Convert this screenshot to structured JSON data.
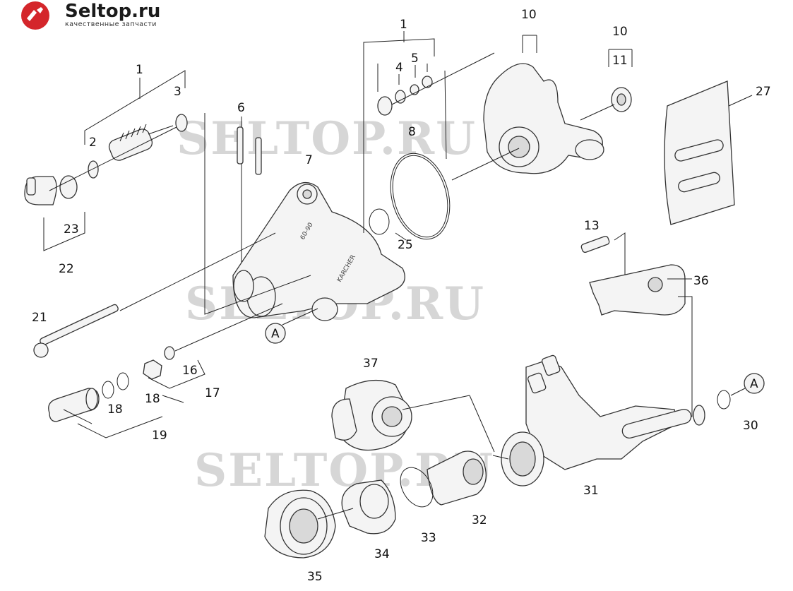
{
  "logo": {
    "name": "Seltop.ru",
    "tagline": "качественные запчасти"
  },
  "watermarks": [
    "SELTOP.RU",
    "SELTOP.RU",
    "SELTOP.RU"
  ],
  "callouts": {
    "c1a": "1",
    "c2": "2",
    "c3": "3",
    "c1b": "1",
    "c4": "4",
    "c5": "5",
    "c6": "6",
    "c7": "7",
    "c8": "8",
    "c10a": "10",
    "c10b": "10",
    "c11": "11",
    "c27": "27",
    "c23": "23",
    "c22": "22",
    "c25": "25",
    "c13": "13",
    "c36": "36",
    "c21": "21",
    "cA1": "A",
    "c16": "16",
    "c17": "17",
    "c18a": "18",
    "c18b": "18",
    "c19": "19",
    "c37": "37",
    "cA2": "A",
    "c30": "30",
    "c31": "31",
    "c32": "32",
    "c33": "33",
    "c34": "34",
    "c35": "35"
  },
  "colors": {
    "logo_red": "#d4262b",
    "line": "#222222",
    "watermark": "#cfcfcf"
  }
}
